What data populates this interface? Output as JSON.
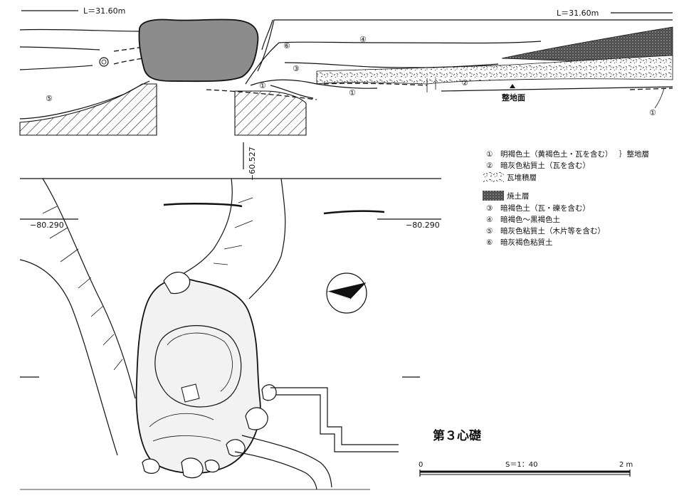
{
  "section": {
    "level_left": "L＝31.60m",
    "level_right": "L＝31.60m",
    "surface_label": "整地面",
    "layer_marks": {
      "l1": "①",
      "l1b": "①",
      "l1c": "①",
      "l2": "②",
      "l3": "③",
      "l4": "④",
      "l5": "⑤",
      "l6": "⑥"
    }
  },
  "plan": {
    "dim_vertical": "−60.527",
    "dim_left": "−80.290",
    "dim_right": "−80.290"
  },
  "legend": {
    "items": [
      {
        "mark": "①",
        "text": "明褐色土（黄褐色土・瓦を含む）"
      },
      {
        "mark": "②",
        "text": "暗灰色粘質土（瓦を含む）"
      },
      {
        "mark": "",
        "text": "瓦堆積層"
      },
      {
        "mark": "",
        "text": "焼土層"
      },
      {
        "mark": "③",
        "text": "暗褐色土（瓦・礫を含む）"
      },
      {
        "mark": "④",
        "text": "暗褐色～黒褐色土"
      },
      {
        "mark": "⑤",
        "text": "暗灰色粘質土（木片等を含む）"
      },
      {
        "mark": "⑥",
        "text": "暗灰褐色粘質土"
      }
    ],
    "group_note": "｝整地層"
  },
  "title": "第３心礎",
  "scale": {
    "label": "S＝1：40",
    "start": "0",
    "end": "2 m"
  }
}
